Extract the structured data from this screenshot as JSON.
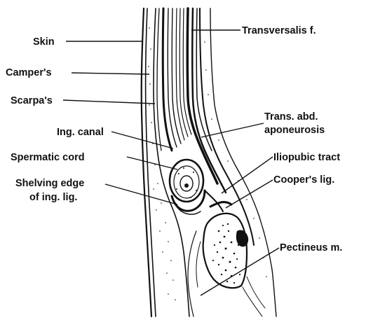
{
  "labels": {
    "skin": "Skin",
    "campers": "Camper's",
    "scarpas": "Scarpa's",
    "ing_canal": "Ing. canal",
    "spermatic_cord": "Spermatic cord",
    "shelving_edge_line1": "Shelving edge",
    "shelving_edge_line2": "of ing. lig.",
    "transversalis_fascia": "Transversalis f.",
    "trans_abd_line1": "Trans. abd.",
    "trans_abd_line2": "aponeurosis",
    "iliopubic_tract": "Iliopubic tract",
    "coopers_lig": "Cooper's lig.",
    "pectineus": "Pectineus m."
  },
  "colors": {
    "ink": "#111111",
    "background": "#ffffff"
  }
}
